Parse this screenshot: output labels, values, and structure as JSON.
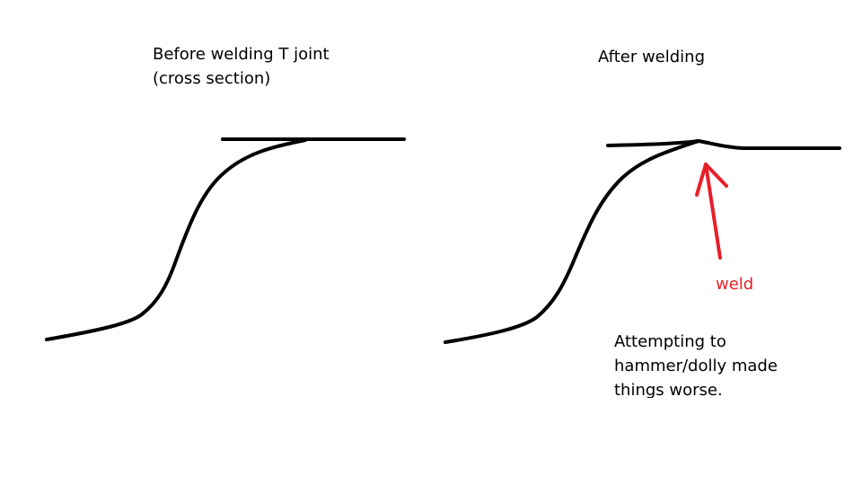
{
  "labels": {
    "before": [
      "Before welding T joint",
      "(cross section)"
    ],
    "after": "After welding",
    "weld": "weld",
    "note": [
      "Attempting to",
      "hammer/dolly made",
      "things worse."
    ]
  },
  "colors": {
    "ink": "#000000",
    "annotation": "#e8202a"
  }
}
